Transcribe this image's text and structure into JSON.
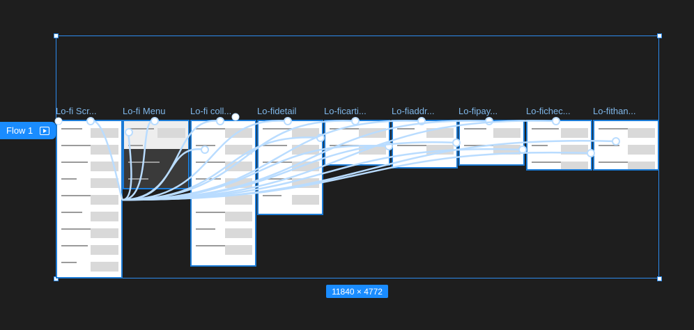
{
  "flow": {
    "label": "Flow 1",
    "icon": "play-flow-icon"
  },
  "selection": {
    "size_label": "11840 × 4772"
  },
  "frames": [
    {
      "label": "Lo-fi Scr..."
    },
    {
      "label": "Lo-fi Menu"
    },
    {
      "label": "Lo-fi coll..."
    },
    {
      "label": "Lo-fidetail"
    },
    {
      "label": "Lo-ficarti..."
    },
    {
      "label": "Lo-fiaddr..."
    },
    {
      "label": "Lo-fipay..."
    },
    {
      "label": "Lo-fichec..."
    },
    {
      "label": "Lo-fithan..."
    }
  ],
  "colors": {
    "accent": "#1a8cff",
    "canvas": "#1e1e1e",
    "connector": "#b9dcff"
  }
}
